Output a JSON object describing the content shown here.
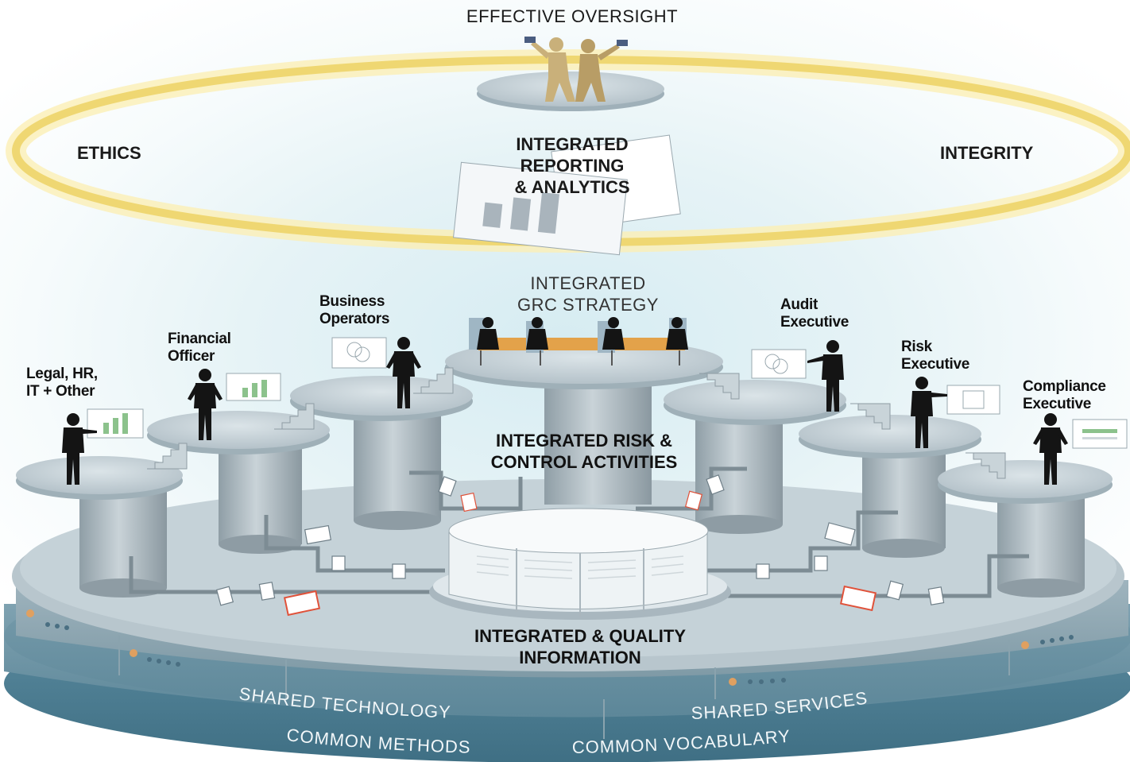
{
  "diagram": {
    "top": {
      "oversight": "EFFECTIVE OVERSIGHT",
      "ethics": "ETHICS",
      "integrity": "INTEGRITY",
      "reporting_line1": "INTEGRATED",
      "reporting_line2": "REPORTING",
      "reporting_line3": "& ANALYTICS"
    },
    "strategy": {
      "line1": "INTEGRATED",
      "line2": "GRC STRATEGY"
    },
    "roles": {
      "legal": [
        "Legal, HR,",
        "IT + Other"
      ],
      "financial": [
        "Financial",
        "Officer"
      ],
      "business": [
        "Business",
        "Operators"
      ],
      "audit": [
        "Audit",
        "Executive"
      ],
      "risk": [
        "Risk",
        "Executive"
      ],
      "compliance": [
        "Compliance",
        "Executive"
      ]
    },
    "activities": {
      "line1": "INTEGRATED RISK &",
      "line2": "CONTROL ACTIVITIES"
    },
    "information": {
      "line1": "INTEGRATED & QUALITY",
      "line2": "INFORMATION"
    },
    "base": {
      "shared_technology": "SHARED TECHNOLOGY",
      "shared_services": "SHARED SERVICES",
      "common_methods": "COMMON METHODS",
      "common_vocabulary": "COMMON VOCABULARY"
    },
    "colors": {
      "halo": "#f3e08a",
      "platform": "#b9c7ce",
      "pillar": "#a9b7bf",
      "base_band": "#5f8ea0",
      "figure": "#141414",
      "oversight_figure": "#c9b07a",
      "doc_accent": "#e0523a"
    }
  }
}
